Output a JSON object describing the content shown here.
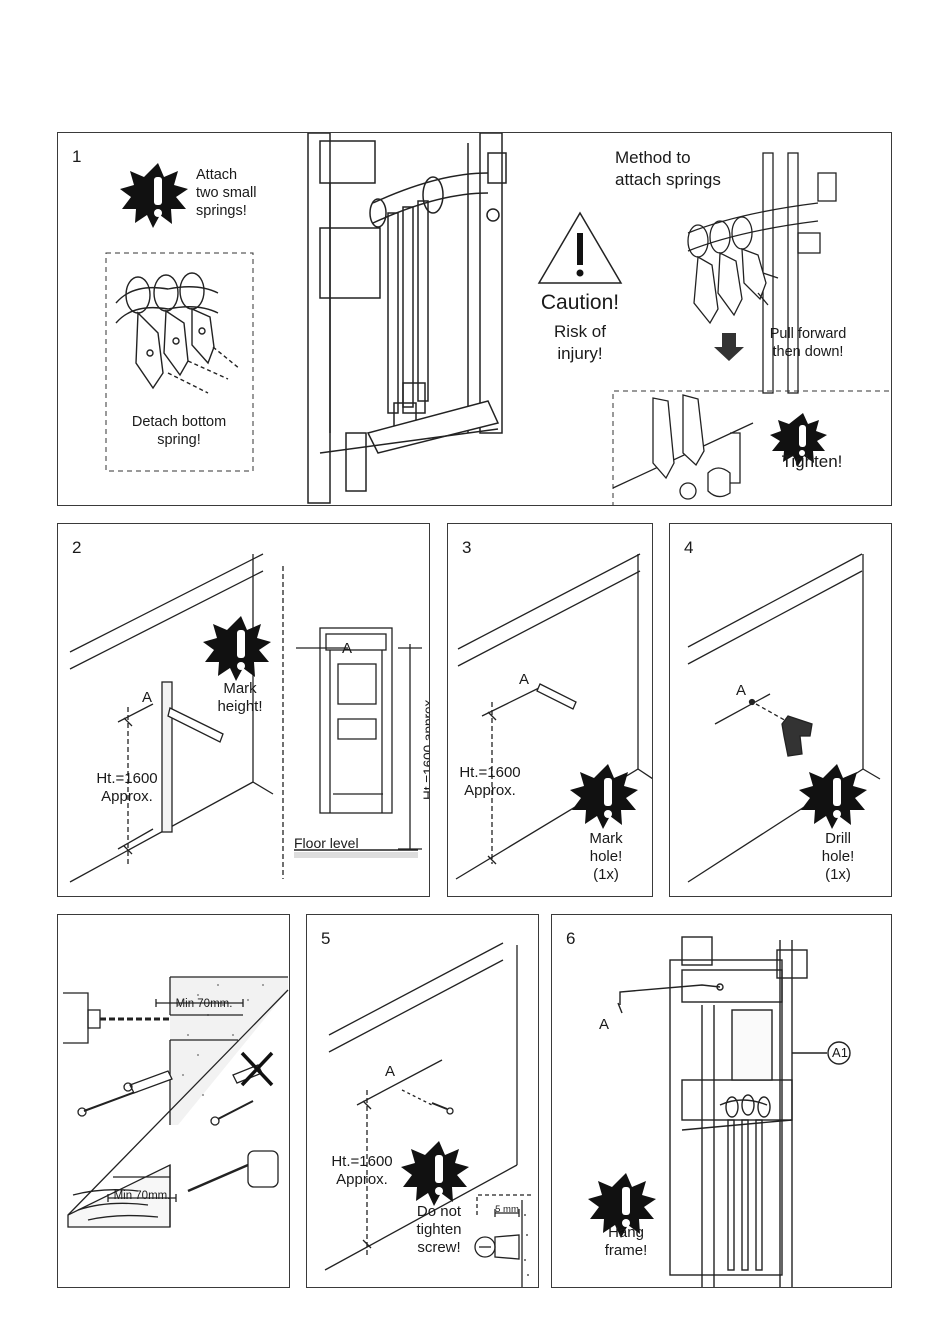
{
  "panel1": {
    "number": "1",
    "warning_text": "Attach\ntwo small\nsprings!",
    "detach_text": "Detach bottom\nspring!",
    "caution_title": "Caution!",
    "caution_text": "Risk of\ninjury!",
    "method_title": "Method to\nattach springs",
    "pull_text": "Pull forward\nthen down!",
    "tighten_text": "Tighten!"
  },
  "panel2": {
    "number": "2",
    "point": "A",
    "height_text": "Ht.=1600\nApprox.",
    "warning_text": "Mark\nheight!",
    "point_frame": "A",
    "vertical_label": "Ht.=1600 approx.",
    "floor_label": "Floor level"
  },
  "panel3": {
    "number": "3",
    "point": "A",
    "height_text": "Ht.=1600\nApprox.",
    "warning_text": "Mark\nhole!\n(1x)"
  },
  "panel4": {
    "number": "4",
    "point": "A",
    "warning_text": "Drill\nhole!\n(1x)"
  },
  "panel_anchor": {
    "min_top": "Min 70mm.",
    "min_bottom": "Min 70mm."
  },
  "panel5": {
    "number": "5",
    "point": "A",
    "height_text": "Ht.=1600\nApprox.",
    "warning_text": "Do not\ntighten\nscrew!",
    "gap_label": "5 mm"
  },
  "panel6": {
    "number": "6",
    "point": "A",
    "callout": "A1",
    "warning_text": "Hang\nframe!"
  }
}
